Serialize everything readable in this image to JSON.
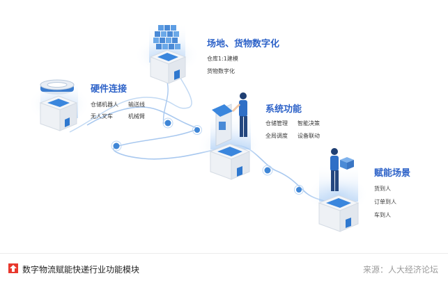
{
  "modules": [
    {
      "title": "场地、货物数字化",
      "items": [
        "仓库1:1建模",
        "货物数字化"
      ]
    },
    {
      "title": "硬件连接",
      "items": [
        "仓储机器人",
        "输送线",
        "无人叉车",
        "机械臂"
      ]
    },
    {
      "title": "系统功能",
      "items": [
        "仓储管理",
        "智能决策",
        "全局调度",
        "设备联动"
      ]
    },
    {
      "title": "赋能场景",
      "items": [
        "货到人",
        "订单到人",
        "车到人"
      ]
    }
  ],
  "caption": "数字物流赋能快递行业功能模块",
  "source": "来源：人大经济论坛",
  "colors": {
    "accent": "#2d62c8",
    "flow": "#a8c8ef",
    "node": "#3f86d6",
    "icon": "#e8382d"
  }
}
